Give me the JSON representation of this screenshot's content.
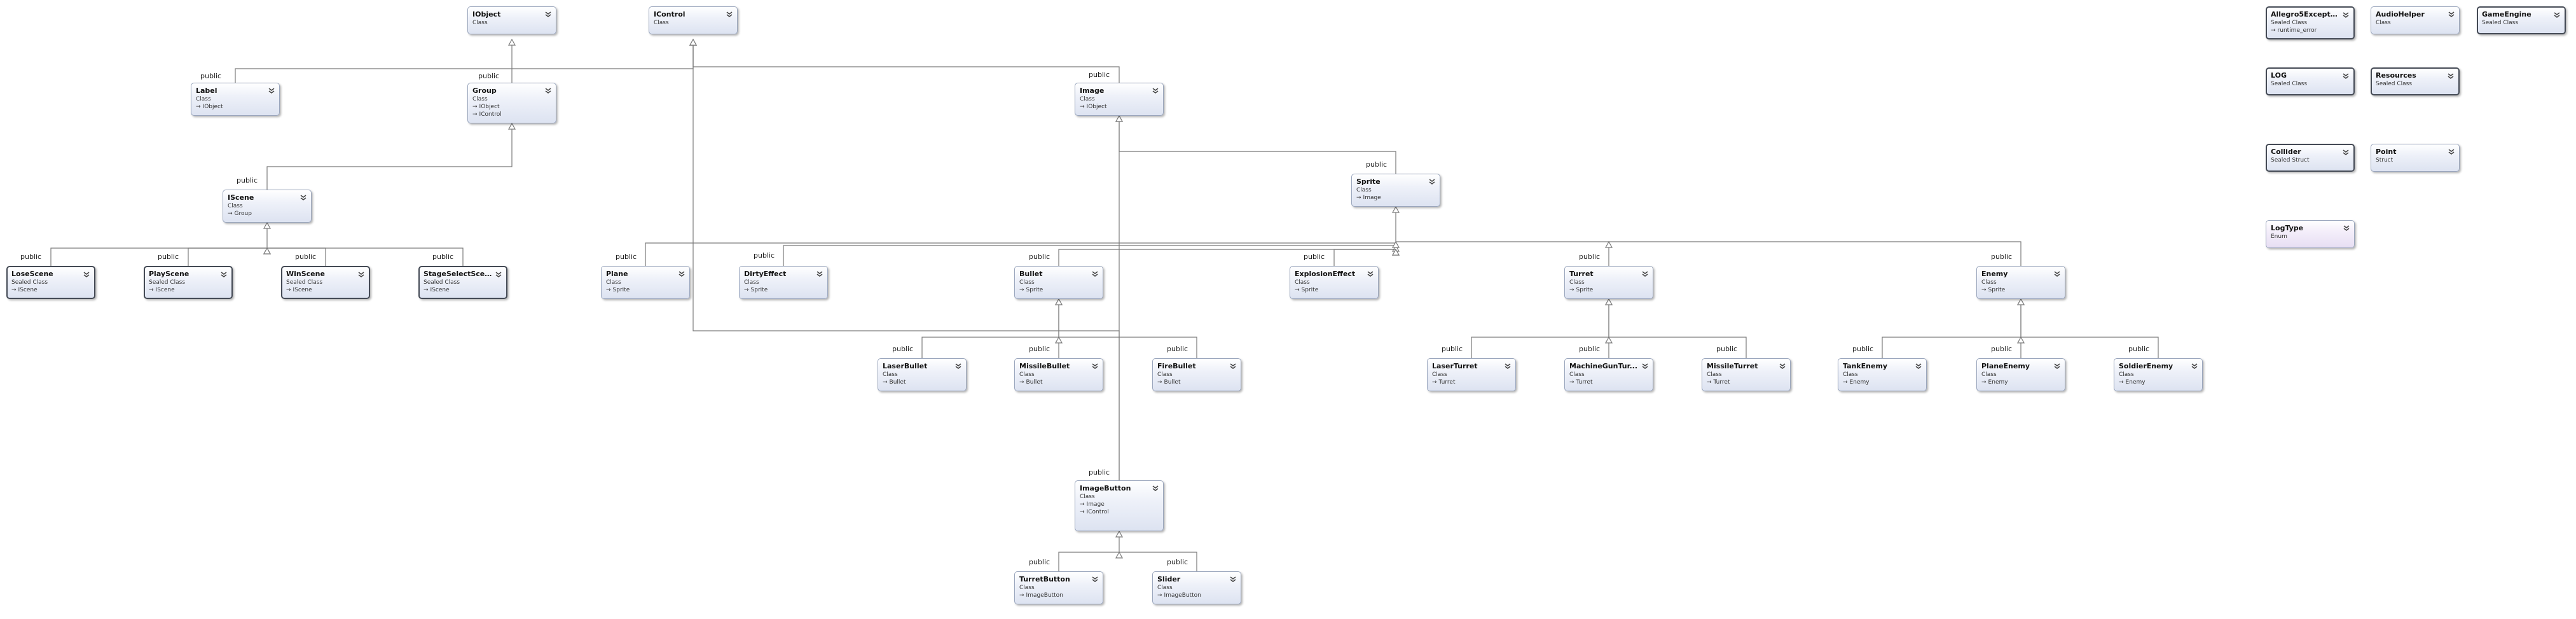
{
  "diagram": {
    "edge_label": "public",
    "types": [
      {
        "id": "IObject",
        "name": "IObject",
        "kind": "Class",
        "bases": []
      },
      {
        "id": "IControl",
        "name": "IControl",
        "kind": "Class",
        "bases": []
      },
      {
        "id": "Label",
        "name": "Label",
        "kind": "Class",
        "bases": [
          "IObject"
        ]
      },
      {
        "id": "Group",
        "name": "Group",
        "kind": "Class",
        "bases": [
          "IObject",
          "IControl"
        ]
      },
      {
        "id": "Image",
        "name": "Image",
        "kind": "Class",
        "bases": [
          "IObject"
        ]
      },
      {
        "id": "IScene",
        "name": "IScene",
        "kind": "Class",
        "bases": [
          "Group"
        ]
      },
      {
        "id": "LoseScene",
        "name": "LoseScene",
        "kind": "Sealed Class",
        "bases": [
          "IScene"
        ]
      },
      {
        "id": "PlayScene",
        "name": "PlayScene",
        "kind": "Sealed Class",
        "bases": [
          "IScene"
        ]
      },
      {
        "id": "WinScene",
        "name": "WinScene",
        "kind": "Sealed Class",
        "bases": [
          "IScene"
        ]
      },
      {
        "id": "StageSelectScene",
        "name": "StageSelectScene",
        "kind": "Sealed Class",
        "bases": [
          "IScene"
        ]
      },
      {
        "id": "Sprite",
        "name": "Sprite",
        "kind": "Class",
        "bases": [
          "Image"
        ]
      },
      {
        "id": "Plane",
        "name": "Plane",
        "kind": "Class",
        "bases": [
          "Sprite"
        ]
      },
      {
        "id": "DirtyEffect",
        "name": "DirtyEffect",
        "kind": "Class",
        "bases": [
          "Sprite"
        ]
      },
      {
        "id": "Bullet",
        "name": "Bullet",
        "kind": "Class",
        "bases": [
          "Sprite"
        ]
      },
      {
        "id": "ExplosionEffect",
        "name": "ExplosionEffect",
        "kind": "Class",
        "bases": [
          "Sprite"
        ]
      },
      {
        "id": "Turret",
        "name": "Turret",
        "kind": "Class",
        "bases": [
          "Sprite"
        ]
      },
      {
        "id": "Enemy",
        "name": "Enemy",
        "kind": "Class",
        "bases": [
          "Sprite"
        ]
      },
      {
        "id": "LaserBullet",
        "name": "LaserBullet",
        "kind": "Class",
        "bases": [
          "Bullet"
        ]
      },
      {
        "id": "MissileBullet",
        "name": "MissileBullet",
        "kind": "Class",
        "bases": [
          "Bullet"
        ]
      },
      {
        "id": "FireBullet",
        "name": "FireBullet",
        "kind": "Class",
        "bases": [
          "Bullet"
        ]
      },
      {
        "id": "LaserTurret",
        "name": "LaserTurret",
        "kind": "Class",
        "bases": [
          "Turret"
        ]
      },
      {
        "id": "MachineGunTurret",
        "name": "MachineGunTur...",
        "kind": "Class",
        "bases": [
          "Turret"
        ]
      },
      {
        "id": "MissileTurret",
        "name": "MissileTurret",
        "kind": "Class",
        "bases": [
          "Turret"
        ]
      },
      {
        "id": "TankEnemy",
        "name": "TankEnemy",
        "kind": "Class",
        "bases": [
          "Enemy"
        ]
      },
      {
        "id": "PlaneEnemy",
        "name": "PlaneEnemy",
        "kind": "Class",
        "bases": [
          "Enemy"
        ]
      },
      {
        "id": "SoldierEnemy",
        "name": "SoldierEnemy",
        "kind": "Class",
        "bases": [
          "Enemy"
        ]
      },
      {
        "id": "ImageButton",
        "name": "ImageButton",
        "kind": "Class",
        "bases": [
          "Image",
          "IControl"
        ]
      },
      {
        "id": "TurretButton",
        "name": "TurretButton",
        "kind": "Class",
        "bases": [
          "ImageButton"
        ]
      },
      {
        "id": "Slider",
        "name": "Slider",
        "kind": "Class",
        "bases": [
          "ImageButton"
        ]
      },
      {
        "id": "Allegro5Exception",
        "name": "Allegro5Excepti...",
        "kind": "Sealed Class",
        "bases": [
          "runtime_error"
        ]
      },
      {
        "id": "AudioHelper",
        "name": "AudioHelper",
        "kind": "Class",
        "bases": []
      },
      {
        "id": "GameEngine",
        "name": "GameEngine",
        "kind": "Sealed Class",
        "bases": []
      },
      {
        "id": "LOG",
        "name": "LOG",
        "kind": "Sealed Class",
        "bases": []
      },
      {
        "id": "Resources",
        "name": "Resources",
        "kind": "Sealed Class",
        "bases": []
      },
      {
        "id": "Collider",
        "name": "Collider",
        "kind": "Sealed Struct",
        "bases": []
      },
      {
        "id": "Point",
        "name": "Point",
        "kind": "Struct",
        "bases": []
      },
      {
        "id": "LogType",
        "name": "LogType",
        "kind": "Enum",
        "bases": []
      }
    ]
  },
  "icons": {
    "collapse": "double-chevron-down-icon",
    "base_link": "arrow-right-icon"
  },
  "colors": {
    "box_border": "#9aa6bd",
    "sealed_border": "#444a55",
    "edge": "#7a7a7a"
  }
}
